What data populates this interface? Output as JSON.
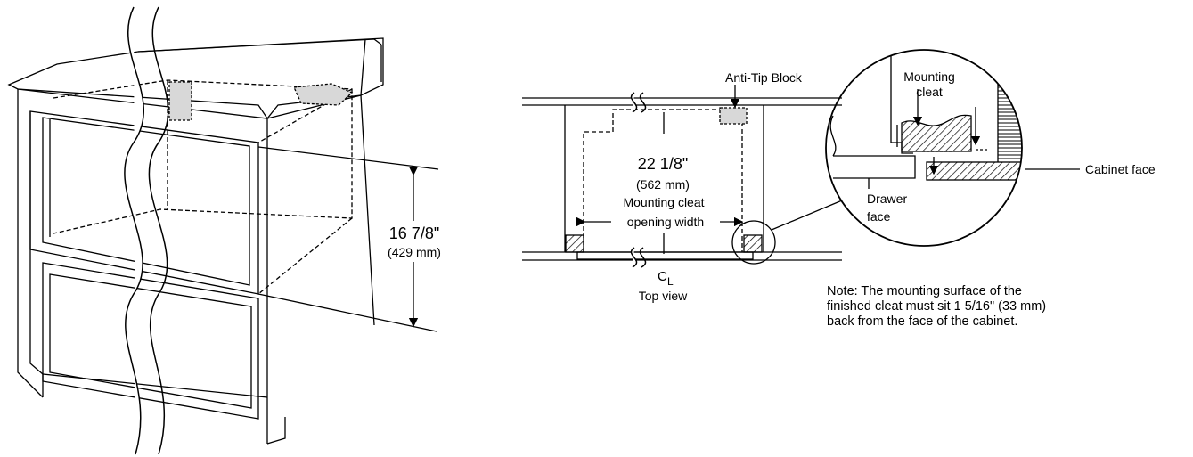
{
  "cabinet": {
    "height_dimension": "16 7/8\"",
    "height_metric": "(429 mm)"
  },
  "top_view": {
    "anti_tip_label": "Anti-Tip Block",
    "width_dimension": "22 1/8\"",
    "width_metric": "(562 mm)",
    "opening_label_line1": "Mounting cleat",
    "opening_label_line2": "opening width",
    "centerline_c": "C",
    "centerline_l": "L",
    "caption": "Top view"
  },
  "detail": {
    "cleat_label_line1": "Mounting",
    "cleat_label_line2": "cleat",
    "cabinet_face_label": "Cabinet face",
    "drawer_face_line1": "Drawer",
    "drawer_face_line2": "face"
  },
  "note": {
    "line1": "Note: The mounting surface of the",
    "line2": "finished cleat must sit 1 5/16\" (33 mm)",
    "line3": "back from the face of the cabinet."
  }
}
